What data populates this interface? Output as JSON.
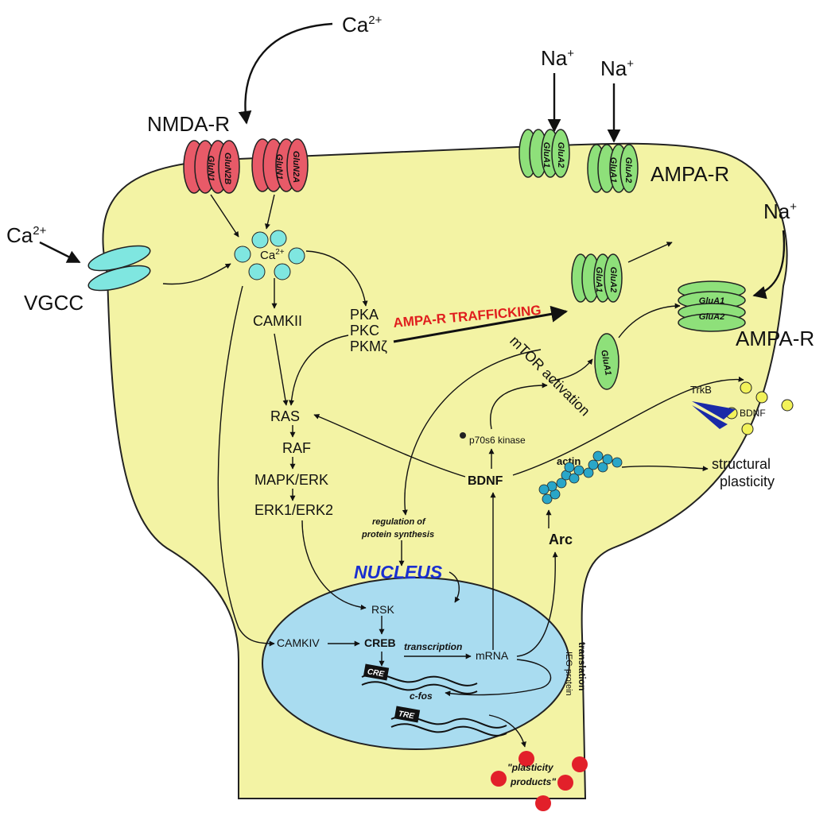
{
  "labels": {
    "ca_top": "Ca",
    "ca_top_sup": "2+",
    "ca_left": "Ca",
    "ca_left_sup": "2+",
    "ca_inner": "Ca",
    "ca_inner_sup": "2+",
    "na_1": "Na",
    "na_2": "Na",
    "na_3": "Na",
    "na_sup": "+",
    "nmda_r": "NMDA-R",
    "ampa_r_top": "AMPA-R",
    "ampa_r_right": "AMPA-R",
    "vgcc": "VGCC",
    "camkii": "CAMKII",
    "pka": "PKA",
    "pkc": "PKC",
    "pkmz": "PKMζ",
    "ampa_trafficking": "AMPA-R TRAFFICKING",
    "mtor": "mTOR activation",
    "ras": "RAS",
    "raf": "RAF",
    "mapk": "MAPK/ERK",
    "erk": "ERK1/ERK2",
    "p70": "p70s6 kinase",
    "bdnf": "BDNF",
    "bdnf_small": "BDNF",
    "trkb": "TrkB",
    "actin": "actin",
    "structural_1": "structural",
    "structural_2": "plasticity",
    "arc": "Arc",
    "reg_1": "regulation of",
    "reg_2": "protein synthesis",
    "nucleus": "NUCLEUS",
    "rsk": "RSK",
    "camkiv": "CAMKIV",
    "creb": "CREB",
    "transcription": "transcription",
    "mrna": "mRNA",
    "translation": "translation",
    "ieg": "IEG protein",
    "cre": "CRE",
    "cfos": "c-fos",
    "tre": "TRE",
    "plast_1": "\"plasticity",
    "plast_2": "products\""
  },
  "subunits": {
    "nmda_1a": "GluN1",
    "nmda_1b": "GluN2B",
    "nmda_2a": "GluN1",
    "nmda_2b": "GluN2A",
    "ampa_1a": "GluA1",
    "ampa_1b": "GluA2",
    "ampa_2a": "GluA1",
    "ampa_2b": "GluA2",
    "ampa_3a": "GluA1",
    "ampa_3b": "GluA2",
    "ampa_single": "GluA1",
    "ampa_4a": "GluA1",
    "ampa_4b": "GluA2"
  },
  "colors": {
    "cell_fill": "#f3f3a4",
    "nucleus_fill": "#a9dcf0",
    "nmda_fill": "#e85a68",
    "ampa_fill": "#8ee07a",
    "calcium_fill": "#7fe6e0",
    "bdnf_dot_fill": "#f2f25a",
    "plasticity_dot_fill": "#e2202a",
    "actin_fill": "#2aa6c8",
    "trafficking_text": "#e01e1e",
    "nucleus_text": "#1a2fd0",
    "trkb_fill": "#1a2aa8"
  }
}
